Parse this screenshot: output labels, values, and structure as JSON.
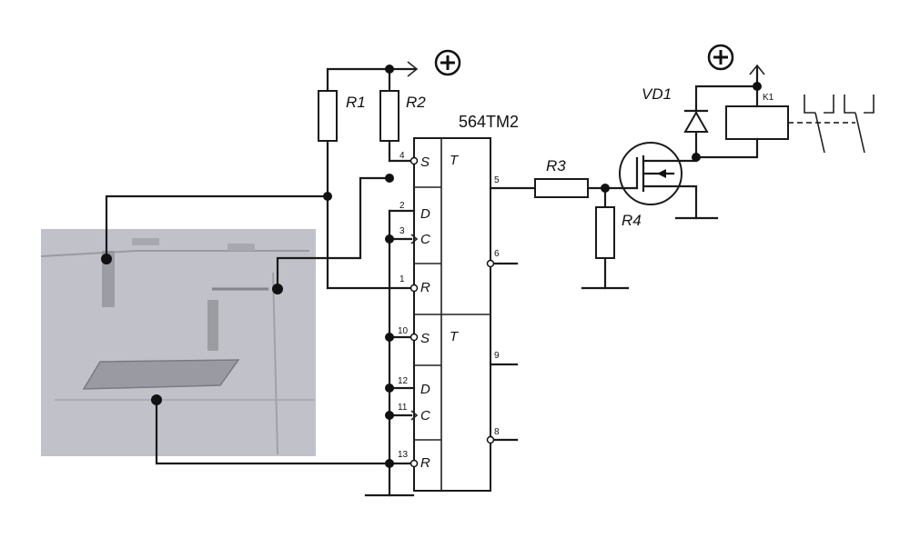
{
  "chip": {
    "name": "564TM2"
  },
  "resistors": {
    "r1": "R1",
    "r2": "R2",
    "r3": "R3",
    "r4": "R4"
  },
  "diode": "VD1",
  "relay": "K1",
  "power_symbol": "+",
  "flipflop1": {
    "label": "T",
    "pins": {
      "s": "4",
      "d": "2",
      "c": "3",
      "r": "1",
      "q": "5",
      "nq": "6"
    }
  },
  "flipflop2": {
    "label": "T",
    "pins": {
      "s": "10",
      "d": "12",
      "c": "11",
      "r": "13",
      "q": "9",
      "nq": "8"
    }
  },
  "pin_names": {
    "s": "S",
    "d": "D",
    "c": "C",
    "r": "R"
  }
}
